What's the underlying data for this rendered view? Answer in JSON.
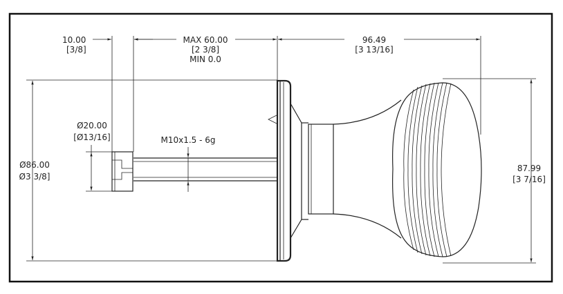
{
  "dimensions": {
    "collar_width": {
      "primary": "10.00",
      "secondary": "[3/8]"
    },
    "spindle_length": {
      "primary": "MAX 60.00",
      "secondary": "[2 3/8]",
      "tertiary": "MIN 0.0"
    },
    "knob_length": {
      "primary": "96.49",
      "secondary": "[3 13/16]"
    },
    "collar_diameter": {
      "primary": "Ø20.00",
      "secondary": "[Ø13/16]"
    },
    "thread": {
      "primary": "M10x1.5 - 6g"
    },
    "rose_diameter": {
      "primary": "Ø86.00",
      "secondary": "Ø3 3/8]"
    },
    "knob_diameter": {
      "primary": "87.99",
      "secondary": "[3 7/16]"
    }
  }
}
